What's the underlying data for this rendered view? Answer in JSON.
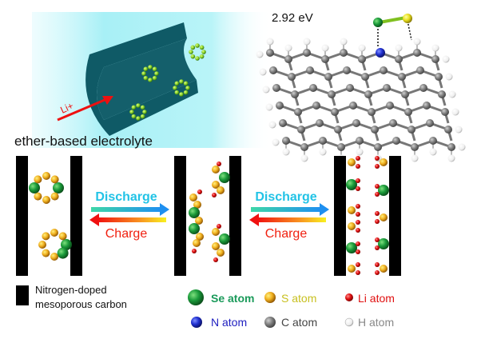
{
  "top": {
    "electrolyte_label": "ether-based electrolyte",
    "li_label": "Li+",
    "energy_label": "2.92 eV"
  },
  "process": {
    "step1": {
      "forward": "Discharge",
      "backward": "Charge"
    },
    "step2": {
      "forward": "Discharge",
      "backward": "Charge"
    }
  },
  "legend": {
    "carbon_line1": "Nitrogen-doped",
    "carbon_line2": "mesoporous carbon",
    "se": "Se atom",
    "n": "N atom",
    "s": "S atom",
    "c": "C atom",
    "li": "Li atom",
    "h": "H atom"
  },
  "colors": {
    "se": "#1a9a3a",
    "s": "#f0b020",
    "li": "#e01010",
    "n": "#2030d0",
    "c": "#808080",
    "h": "#f2f2f2",
    "tube": "#0f5a66",
    "discharge_text": "#22c3e6",
    "charge_text": "#f02010"
  }
}
